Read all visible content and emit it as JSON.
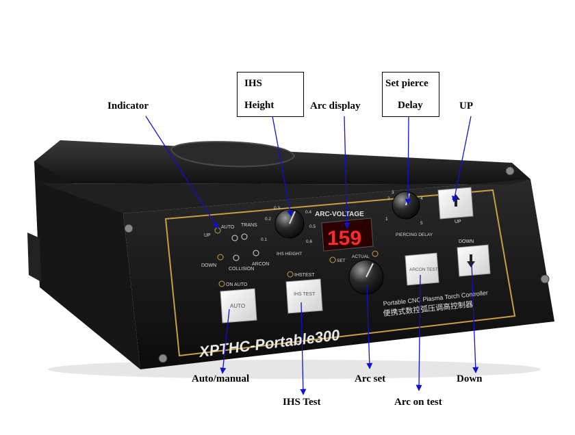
{
  "device": {
    "panel_title": "ARC-VOLTAGE",
    "display_value": "159",
    "brand_text": "XPTHC-Portable300",
    "subtitle_en": "Portable CNC Plasma Torch Controller",
    "subtitle_cn": "便携式数控弧压调高控制器",
    "mode_labels": {
      "up": "UP",
      "auto": "AUTO",
      "trans": "TRANS",
      "down": "DOWN",
      "collision": "COLLISION",
      "arcon": "ARCON"
    },
    "knob_ihs": {
      "label": "IHS HEIGHT",
      "scale": [
        "0.1",
        "0.2",
        "0.3",
        "0.4",
        "0.5",
        "0.6"
      ]
    },
    "knob_pierce": {
      "label": "PIERCING DELAY",
      "scale": [
        "1",
        "2",
        "3",
        "4",
        "5"
      ]
    },
    "set_label": "SET",
    "actual_label": "ACTUAL",
    "on_auto_label": "ON AUTO",
    "ihstest_label": "IHSTEST",
    "buttons": {
      "auto": "AUTO",
      "ihs_test": "IHS TEST",
      "arcon_test": "ARCON TEST",
      "up": "UP",
      "down": "DOWN"
    }
  },
  "callouts": {
    "indicator": "Indicator",
    "ihs_height_1": "IHS",
    "ihs_height_2": "Height",
    "arc_display": "Arc display",
    "set_pierce_1": "Set pierce",
    "set_pierce_2": "Delay",
    "up": "UP",
    "auto_manual": "Auto/manual",
    "ihs_test": "IHS Test",
    "arc_set": "Arc set",
    "arc_on_test": "Arc on test",
    "down": "Down"
  },
  "colors": {
    "arrow": "#1010d0",
    "panel": "#1a1a1a",
    "display_digits": "#ff2a2a",
    "gold_line": "#c8a040"
  }
}
